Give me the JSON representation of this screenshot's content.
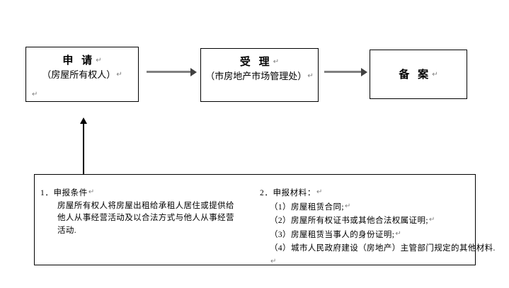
{
  "diagram": {
    "type": "flowchart",
    "boxes": [
      {
        "id": "apply",
        "title": "申 请",
        "subtitle": "（房屋所有权人）",
        "cr_mark": "↵",
        "stray_cr": "↵"
      },
      {
        "id": "accept",
        "title": "受 理",
        "subtitle": "（市房地产市场管理处）",
        "cr_mark": "↵"
      },
      {
        "id": "record",
        "title": "备 案",
        "cr_mark": "↵"
      }
    ],
    "arrows": [
      {
        "id": "apply-accept",
        "from": "apply",
        "to": "accept",
        "color": "#808080",
        "direction": "right"
      },
      {
        "id": "accept-record",
        "from": "accept",
        "to": "record",
        "color": "#808080",
        "direction": "right"
      },
      {
        "id": "requirements-apply",
        "from": "requirements",
        "to": "apply",
        "color": "#000000",
        "direction": "up"
      }
    ],
    "requirements": {
      "left": {
        "heading": "1．申报条件",
        "heading_cr": "↵",
        "lines": [
          "房屋所有权人将房屋出租给承租人居住或提供给",
          "他人从事经营活动及以合法方式与他人从事经营",
          "活动."
        ]
      },
      "right": {
        "heading": "2．申报材料：",
        "heading_cr": "↵",
        "items": [
          {
            "text": "（1）房屋租赁合同;",
            "cr": "↵"
          },
          {
            "text": "（2）房屋所有权证书或其他合法权属证明;",
            "cr": "↵"
          },
          {
            "text": "（3）房屋租赁当事人的身份证明;",
            "cr": "↵"
          },
          {
            "text": "（4）城市人民政府建设（房地产）主管部门规定的其他材料.",
            "cr": ""
          }
        ],
        "trailing_cr": "↵"
      }
    },
    "colors": {
      "box_border": "#000000",
      "gray_arrow": "#808080",
      "black_arrow": "#000000",
      "cr_mark": "#7f7f7f",
      "background": "#ffffff"
    }
  }
}
